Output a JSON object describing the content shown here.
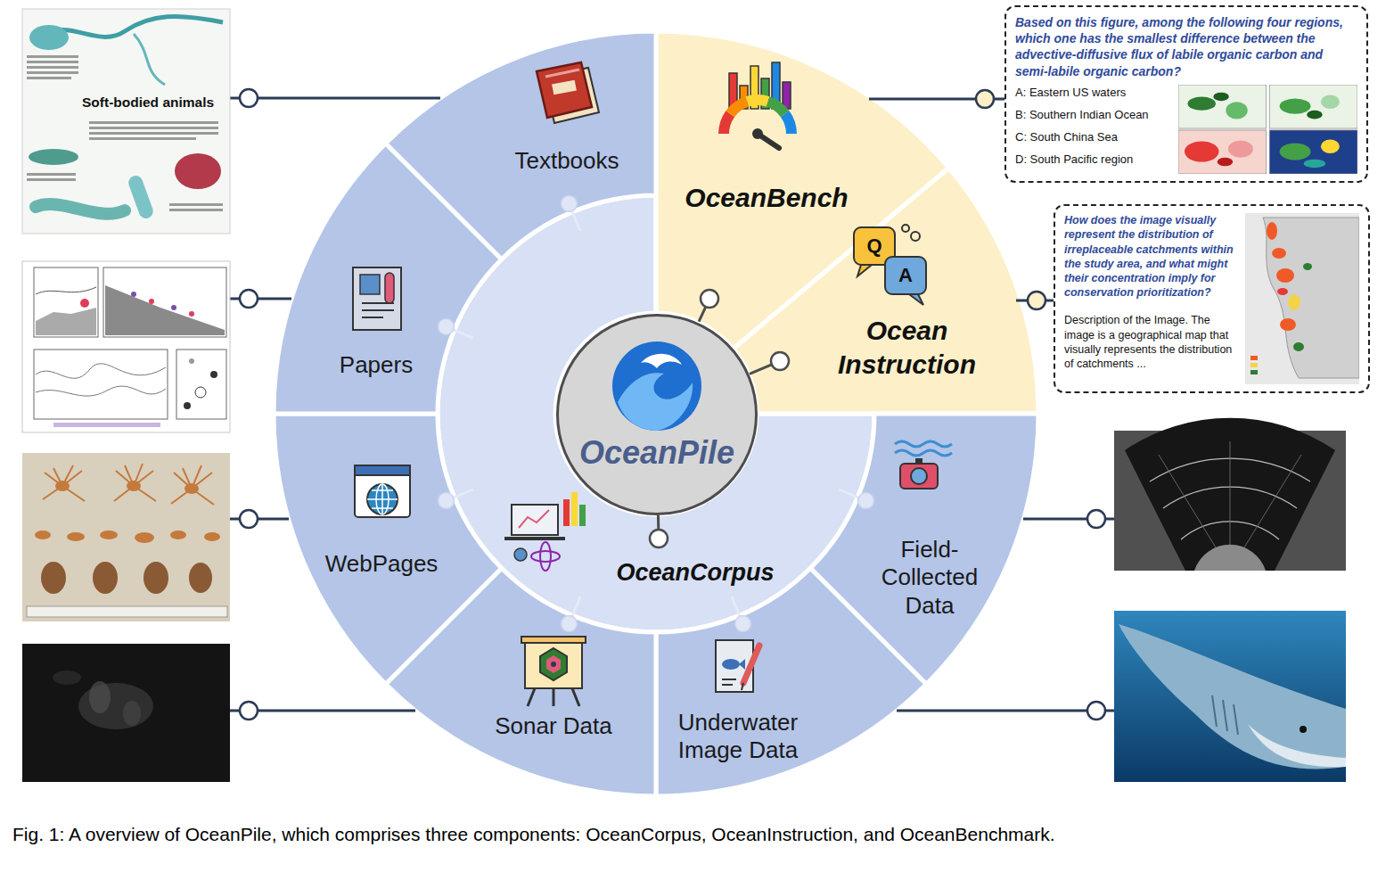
{
  "diagram": {
    "caption": "Fig. 1: A overview of OceanPile, which comprises three components: OceanCorpus, OceanInstruction, and OceanBenchmark.",
    "nodes": [
      {
        "text": [
          "Textbooks"
        ]
      },
      {
        "text": [
          "OceanBench"
        ]
      },
      {
        "text": [
          "Based on this figure, among the following four regions, which one has the smallest difference between the advective-diffusive flux of labile organic carbon and semi-labile organic carbon?",
          "A: Eastern US waters",
          "B: Southern Indian Ocean",
          "C: South China Sea",
          "D: South Pacific region"
        ]
      },
      {
        "text": [
          "Papers"
        ]
      },
      {
        "text": [
          "Ocean Instruction"
        ]
      },
      {
        "text": [
          "How does the image visually represent the distribution of irreplaceable catchments within the study area, and what might their concentration imply for conservation prioritization?",
          "Description of the Image. The image is a geographical map that visually represents the distribution of catchments ..."
        ]
      },
      {
        "text": [
          "OceanPile"
        ]
      },
      {
        "text": [
          "WebPages"
        ]
      },
      {
        "text": [
          "OceanCorpus"
        ]
      },
      {
        "text": [
          "Field- Collected Data"
        ]
      },
      {
        "text": [
          "Sonar Data"
        ]
      },
      {
        "text": [
          "Underwater Image Data"
        ]
      }
    ],
    "edges": [
      {
        "from": 1,
        "to": 2,
        "arrow": "none"
      },
      {
        "from": 4,
        "to": 5,
        "arrow": "none"
      }
    ],
    "labels": [
      "Soft-bodied animals",
      "Q",
      "A"
    ]
  }
}
